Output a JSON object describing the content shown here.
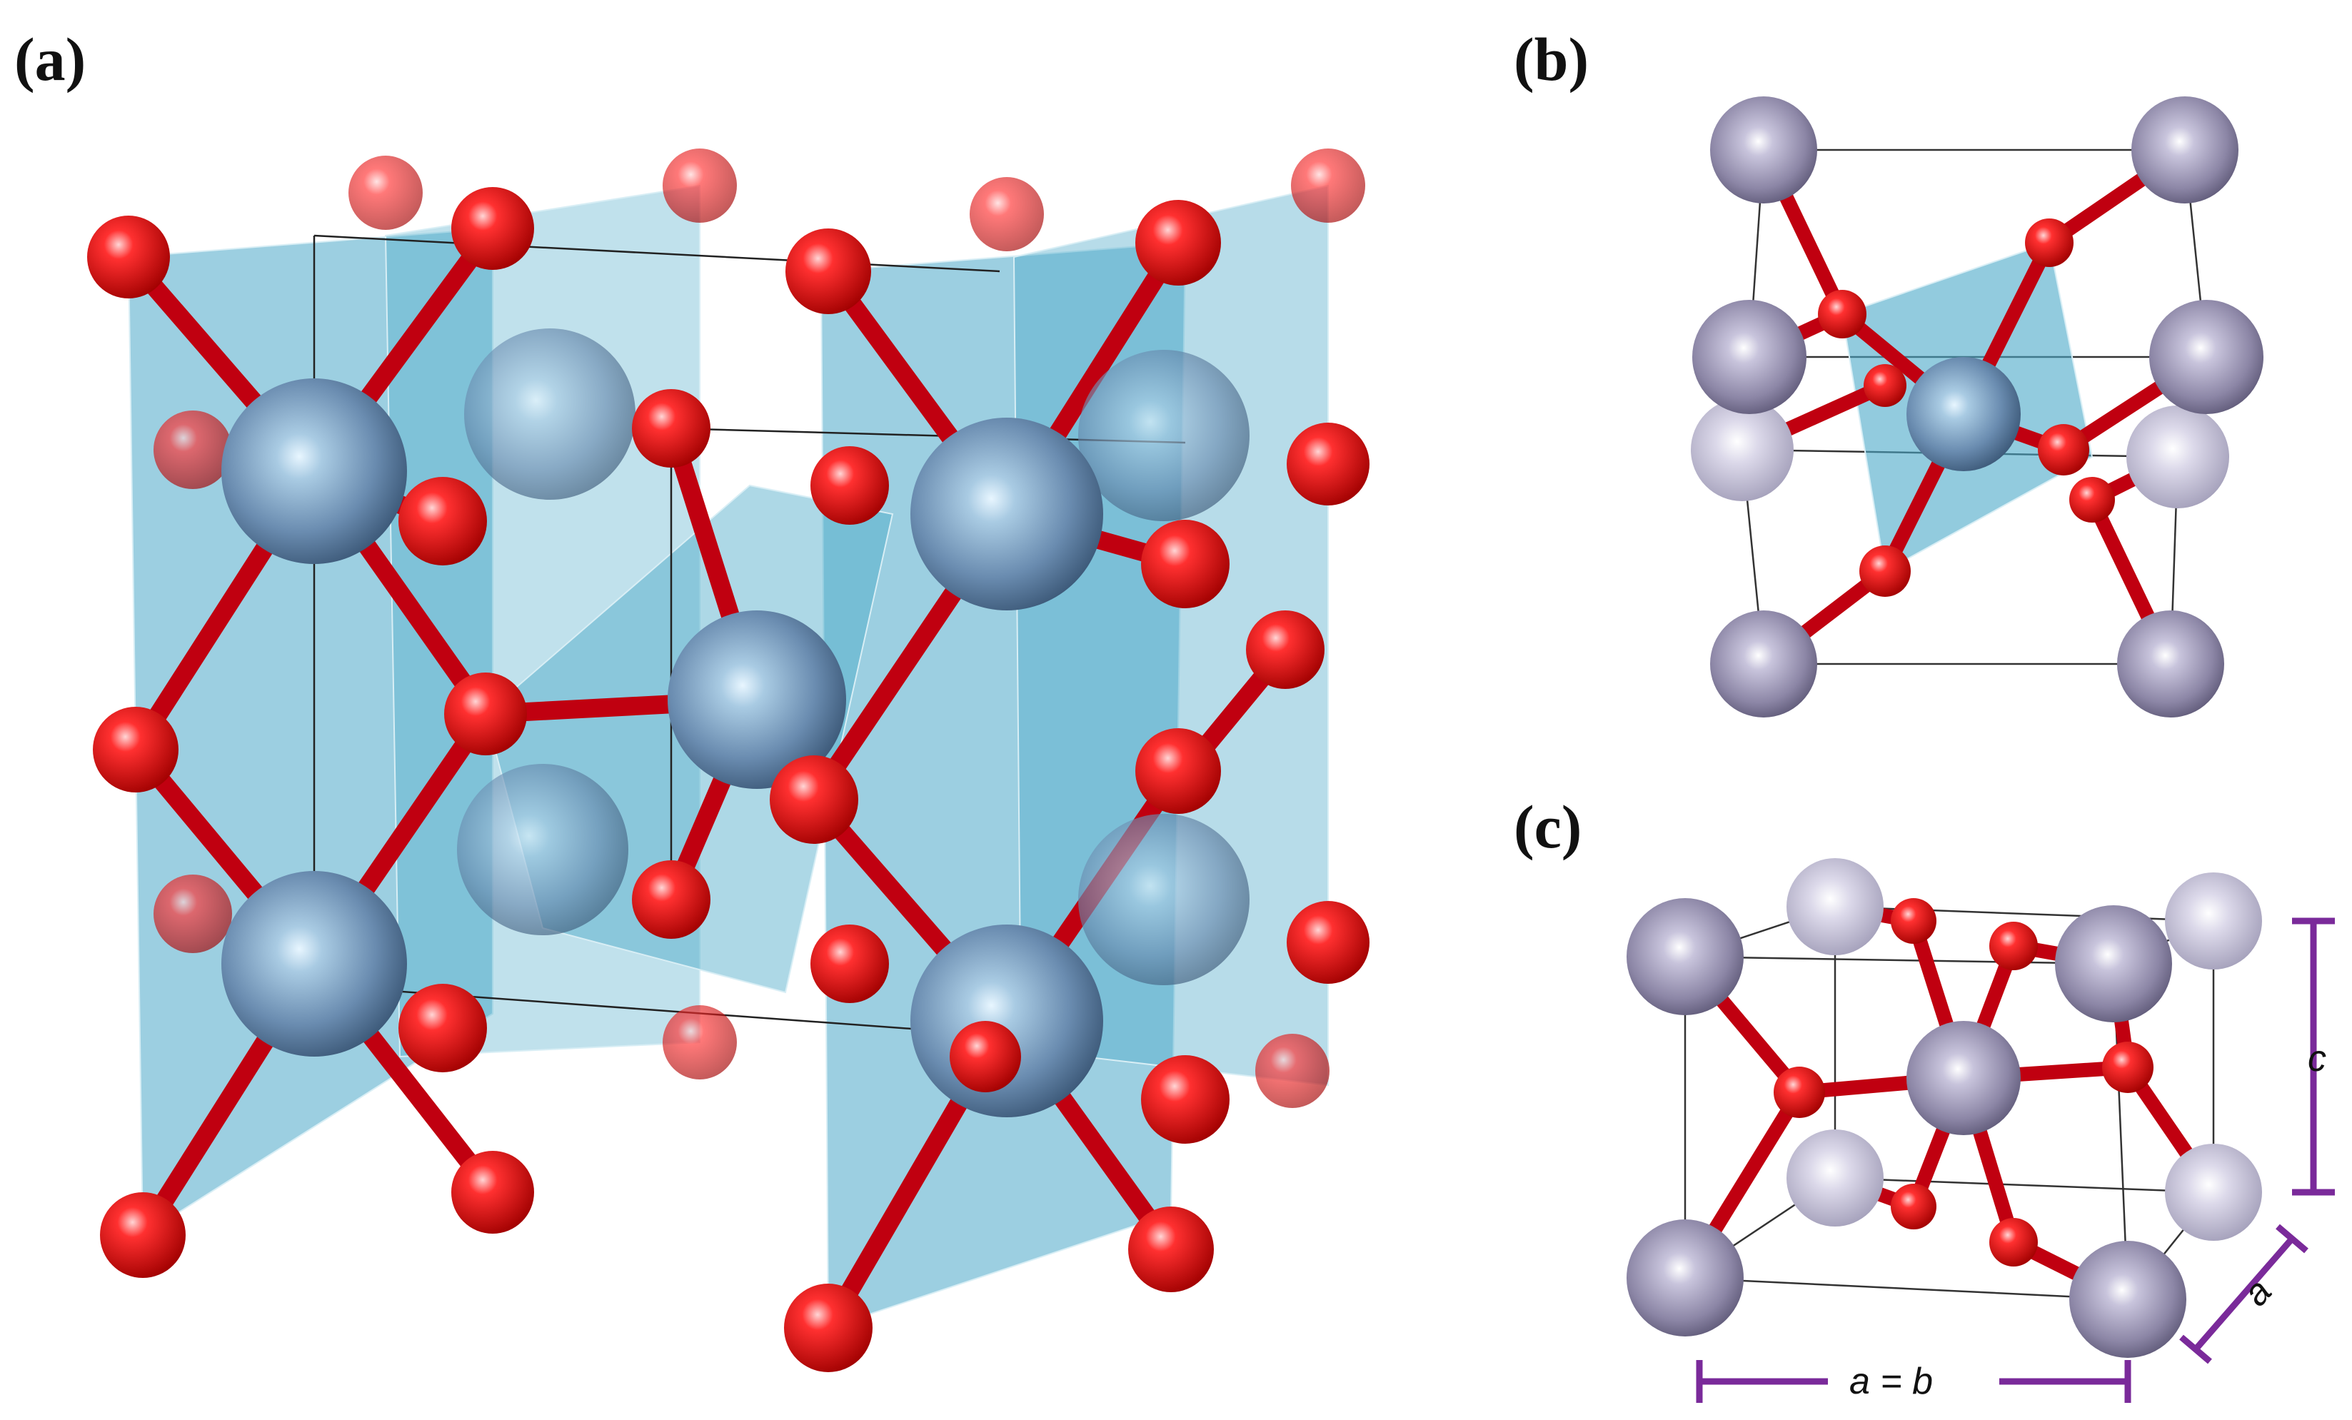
{
  "panels": {
    "a": {
      "label": "(a)"
    },
    "b": {
      "label": "(b)"
    },
    "c": {
      "label": "(c)",
      "dimensions": {
        "c": "c",
        "a_side": "a",
        "a_eq_b": "a = b"
      }
    }
  },
  "colors": {
    "oxygen": "#e8040a",
    "metal_a": "#5d7fa3",
    "polyhedron": "#4aa8c8",
    "metal_bc": "#8c86a6",
    "dimension_bar": "#7a2a9a"
  }
}
